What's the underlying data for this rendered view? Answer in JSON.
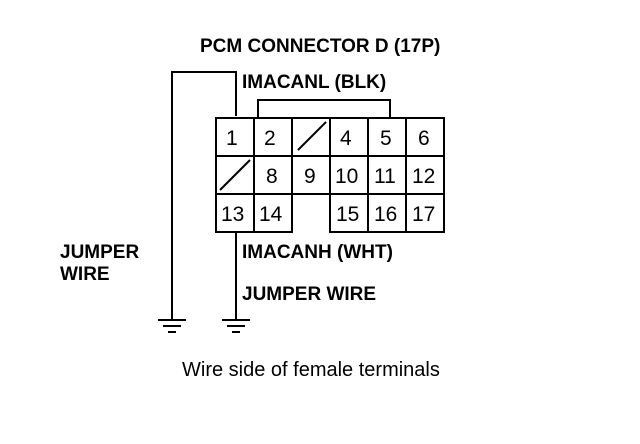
{
  "title": "PCM CONNECTOR D (17P)",
  "label_top": "IMACANL (BLK)",
  "label_bottom": "IMACANH (WHT)",
  "label_jumper_left": [
    "JUMPER",
    "WIRE"
  ],
  "label_jumper_right": "JUMPER WIRE",
  "caption": "Wire side of female terminals",
  "pins": {
    "p1": "1",
    "p2": "2",
    "p4": "4",
    "p5": "5",
    "p6": "6",
    "p8": "8",
    "p9": "9",
    "p10": "10",
    "p11": "11",
    "p12": "12",
    "p13": "13",
    "p14": "14",
    "p15": "15",
    "p16": "16",
    "p17": "17"
  },
  "colors": {
    "ink": "#000000",
    "background": "#ffffff"
  }
}
